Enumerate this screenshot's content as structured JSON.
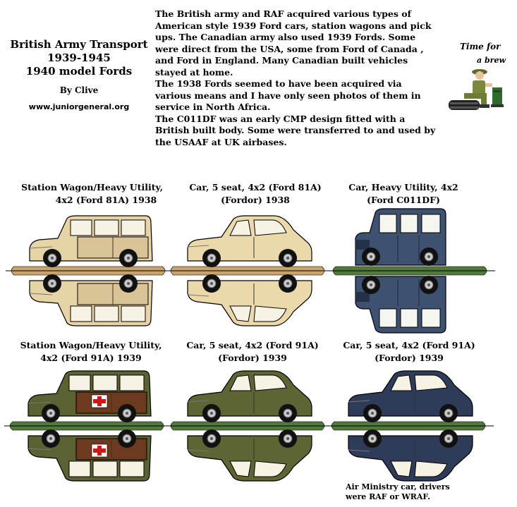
{
  "header": {
    "title_lines": [
      "British Army Transport",
      "1939-1945",
      "1940 model Fords"
    ],
    "byline": "By Clive",
    "site": "www.juniorgeneral.org"
  },
  "intro": {
    "para1": "The British army and RAF acquired various types of American style 1939 Ford cars, station wagons and pick ups. The Canadian army also used 1939 Fords. Some were direct from the USA, some from Ford of Canada , and Ford in England. Many Canadian built vehicles stayed at home.",
    "para2": "The 1938 Fords seemed to have been acquired via various means and I have only seen photos of them in service in North Africa.",
    "para3": "The C011DF was an early CMP design fitted with a British built body. Some were transferred to and used by the USAAF at UK airbases."
  },
  "brew_caption": {
    "line1": "Time for",
    "line2": "a brew"
  },
  "vehicles": [
    {
      "line1": "Station Wagon/Heavy Utility,",
      "line2": "4x2 (Ford 81A) 1938",
      "body_color": "#e7d4a6",
      "wood_color": "#d9c497",
      "base_color": "#c8a46a",
      "shape": "wagon"
    },
    {
      "line1": "Car, 5 seat, 4x2 (Ford 81A)",
      "line2": "(Fordor) 1938",
      "body_color": "#ebd9ab",
      "base_color": "#c8a46a",
      "shape": "sedan"
    },
    {
      "line1": "Car, Heavy Utility, 4x2",
      "line2": "(Ford C011DF)",
      "body_color": "#3e5170",
      "base_color": "#4f7a3b",
      "shape": "utility"
    },
    {
      "line1": "Station Wagon/Heavy Utility,",
      "line2": "4x2 (Ford 91A) 1939",
      "body_color": "#5a6132",
      "wood_color": "#6b3a1f",
      "base_color": "#4f7a3b",
      "shape": "wagon",
      "red_cross": true
    },
    {
      "line1": "Car, 5 seat, 4x2 (Ford 91A)",
      "line2": "(Fordor) 1939",
      "body_color": "#5d6534",
      "base_color": "#4f7a3b",
      "shape": "sedan"
    },
    {
      "line1": "Car, 5 seat, 4x2 (Ford 91A)",
      "line2": "(Fordor) 1939",
      "body_color": "#2e3c5a",
      "base_color": "#4f7a3b",
      "shape": "sedan"
    }
  ],
  "footnote": {
    "line1": "Air Ministry car, drivers",
    "line2": "were RAF or WRAF."
  }
}
